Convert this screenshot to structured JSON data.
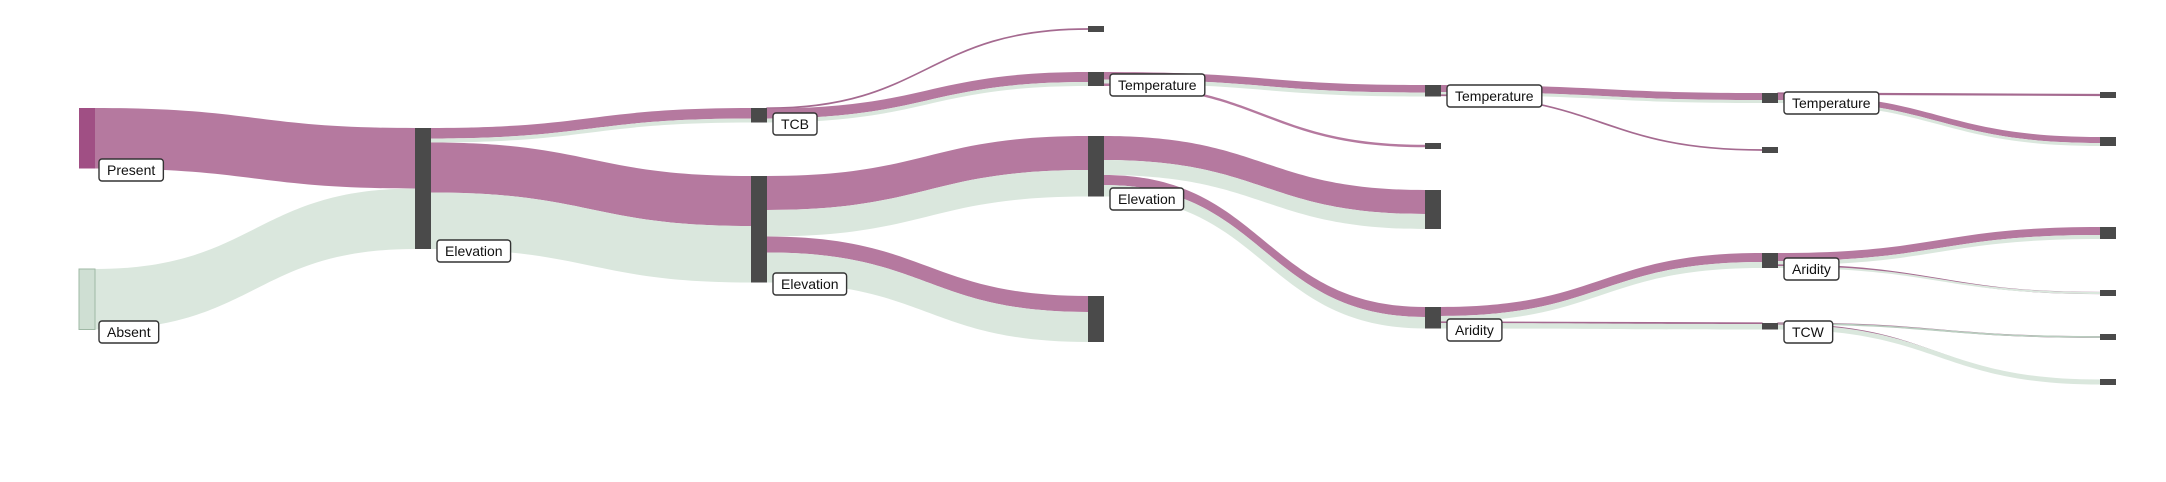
{
  "colors": {
    "present": "#b5799f",
    "present_node": "#a04f84",
    "absent": "#dae7dd",
    "absent_node": "#cfdfd3",
    "absent_node_border": "#9fb8a5",
    "split_node": "#4a4a4a",
    "label_border": "#333333"
  },
  "nodes": [
    {
      "id": "present",
      "label": "Present",
      "color": "present"
    },
    {
      "id": "absent",
      "label": "Absent",
      "color": "absent"
    },
    {
      "id": "n1",
      "label": "Elevation"
    },
    {
      "id": "n2a",
      "label": "TCB"
    },
    {
      "id": "n2b",
      "label": "Elevation"
    },
    {
      "id": "n3a",
      "label": ""
    },
    {
      "id": "n3b",
      "label": "Temperature"
    },
    {
      "id": "n3c",
      "label": "Elevation"
    },
    {
      "id": "n3d",
      "label": ""
    },
    {
      "id": "n4a",
      "label": "Temperature"
    },
    {
      "id": "n4b",
      "label": ""
    },
    {
      "id": "n4c",
      "label": ""
    },
    {
      "id": "n4d",
      "label": "Aridity"
    },
    {
      "id": "n5a",
      "label": "Temperature"
    },
    {
      "id": "n5b",
      "label": ""
    },
    {
      "id": "n5c",
      "label": "Aridity"
    },
    {
      "id": "n5d",
      "label": "TCW"
    },
    {
      "id": "n6a",
      "label": ""
    },
    {
      "id": "n6b",
      "label": ""
    },
    {
      "id": "n6c",
      "label": ""
    },
    {
      "id": "n6d",
      "label": ""
    },
    {
      "id": "n6e",
      "label": ""
    },
    {
      "id": "n6f",
      "label": ""
    }
  ],
  "links": [
    {
      "source": "present",
      "target": "n1",
      "value": 121,
      "class": "present"
    },
    {
      "source": "absent",
      "target": "n1",
      "value": 121,
      "class": "absent"
    },
    {
      "source": "n1",
      "target": "n2a",
      "value": 21,
      "class": "present"
    },
    {
      "source": "n1",
      "target": "n2a",
      "value": 8,
      "class": "absent"
    },
    {
      "source": "n1",
      "target": "n2b",
      "value": 100,
      "class": "present"
    },
    {
      "source": "n1",
      "target": "n2b",
      "value": 113,
      "class": "absent"
    },
    {
      "source": "n2a",
      "target": "n3a",
      "value": 1,
      "class": "present"
    },
    {
      "source": "n2a",
      "target": "n3b",
      "value": 20,
      "class": "present"
    },
    {
      "source": "n2a",
      "target": "n3b",
      "value": 8,
      "class": "absent"
    },
    {
      "source": "n2b",
      "target": "n3c",
      "value": 68,
      "class": "present"
    },
    {
      "source": "n2b",
      "target": "n3c",
      "value": 53,
      "class": "absent"
    },
    {
      "source": "n2b",
      "target": "n3d",
      "value": 32,
      "class": "present"
    },
    {
      "source": "n2b",
      "target": "n3d",
      "value": 60,
      "class": "absent"
    },
    {
      "source": "n3b",
      "target": "n4a",
      "value": 15,
      "class": "present"
    },
    {
      "source": "n3b",
      "target": "n4a",
      "value": 8,
      "class": "absent"
    },
    {
      "source": "n3b",
      "target": "n4b",
      "value": 5,
      "class": "present"
    },
    {
      "source": "n3c",
      "target": "n4c",
      "value": 48,
      "class": "present"
    },
    {
      "source": "n3c",
      "target": "n4c",
      "value": 30,
      "class": "absent"
    },
    {
      "source": "n3c",
      "target": "n4d",
      "value": 20,
      "class": "present"
    },
    {
      "source": "n3c",
      "target": "n4d",
      "value": 23,
      "class": "absent"
    },
    {
      "source": "n4a",
      "target": "n5a",
      "value": 14,
      "class": "present"
    },
    {
      "source": "n4a",
      "target": "n5a",
      "value": 6,
      "class": "absent"
    },
    {
      "source": "n4a",
      "target": "n5b",
      "value": 1,
      "class": "present"
    },
    {
      "source": "n4d",
      "target": "n5c",
      "value": 18,
      "class": "present"
    },
    {
      "source": "n4d",
      "target": "n5c",
      "value": 12,
      "class": "absent"
    },
    {
      "source": "n4d",
      "target": "n5d",
      "value": 2,
      "class": "present"
    },
    {
      "source": "n4d",
      "target": "n5d",
      "value": 11,
      "class": "absent"
    },
    {
      "source": "n5a",
      "target": "n6a",
      "value": 2,
      "class": "present"
    },
    {
      "source": "n5a",
      "target": "n6b",
      "value": 12,
      "class": "present"
    },
    {
      "source": "n5a",
      "target": "n6b",
      "value": 6,
      "class": "absent"
    },
    {
      "source": "n5c",
      "target": "n6c",
      "value": 16,
      "class": "present"
    },
    {
      "source": "n5c",
      "target": "n6c",
      "value": 8,
      "class": "absent"
    },
    {
      "source": "n5c",
      "target": "n6d",
      "value": 2,
      "class": "present"
    },
    {
      "source": "n5c",
      "target": "n6d",
      "value": 4,
      "class": "absent"
    },
    {
      "source": "n5d",
      "target": "n6e",
      "value": 1,
      "class": "present"
    },
    {
      "source": "n5d",
      "target": "n6e",
      "value": 1,
      "class": "absent"
    },
    {
      "source": "n5d",
      "target": "n6f",
      "value": 1,
      "class": "present"
    },
    {
      "source": "n5d",
      "target": "n6f",
      "value": 10,
      "class": "absent"
    }
  ]
}
